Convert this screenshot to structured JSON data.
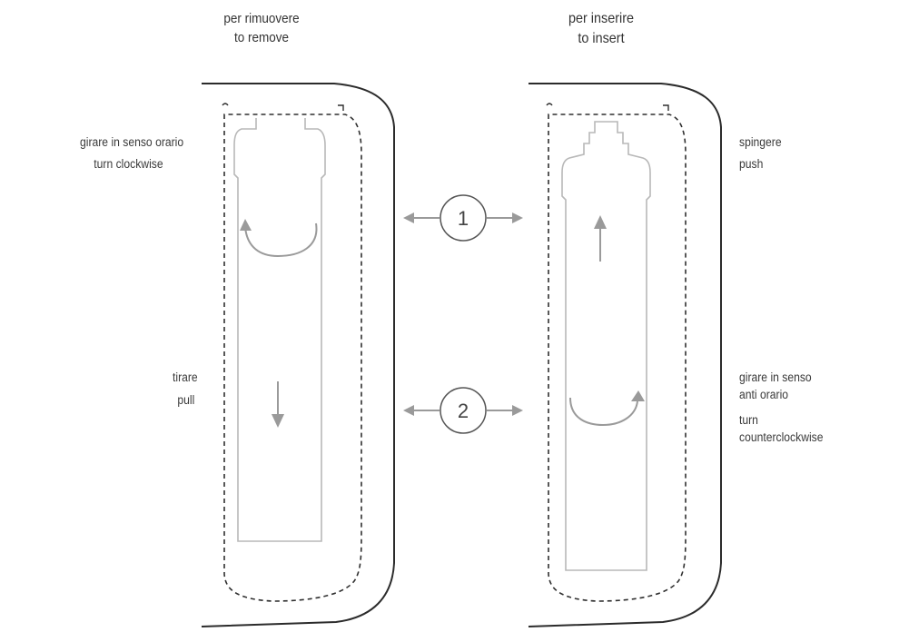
{
  "remove": {
    "heading_it": "per rimuovere",
    "heading_en": "to remove",
    "step1_it": "girare in senso orario",
    "step1_en": "turn clockwise",
    "step2_it": "tirare",
    "step2_en": "pull"
  },
  "insert": {
    "heading_it": "per inserire",
    "heading_en": "to insert",
    "step1_it": "spingere",
    "step1_en": "push",
    "step2_it_line1": "girare in senso",
    "step2_it_line2": "anti orario",
    "step2_en_line1": "turn",
    "step2_en_line2": "counterclockwise"
  },
  "steps": [
    "1",
    "2"
  ],
  "colors": {
    "outline": "#2b2b2b",
    "dashed": "#2f2f2f",
    "cartridge": "#b8b8b8",
    "arrow": "#9a9a9a"
  },
  "icons": [
    "double-arrow-icon",
    "clockwise-arrow-icon",
    "counterclockwise-arrow-icon",
    "up-arrow-icon",
    "down-arrow-icon"
  ]
}
